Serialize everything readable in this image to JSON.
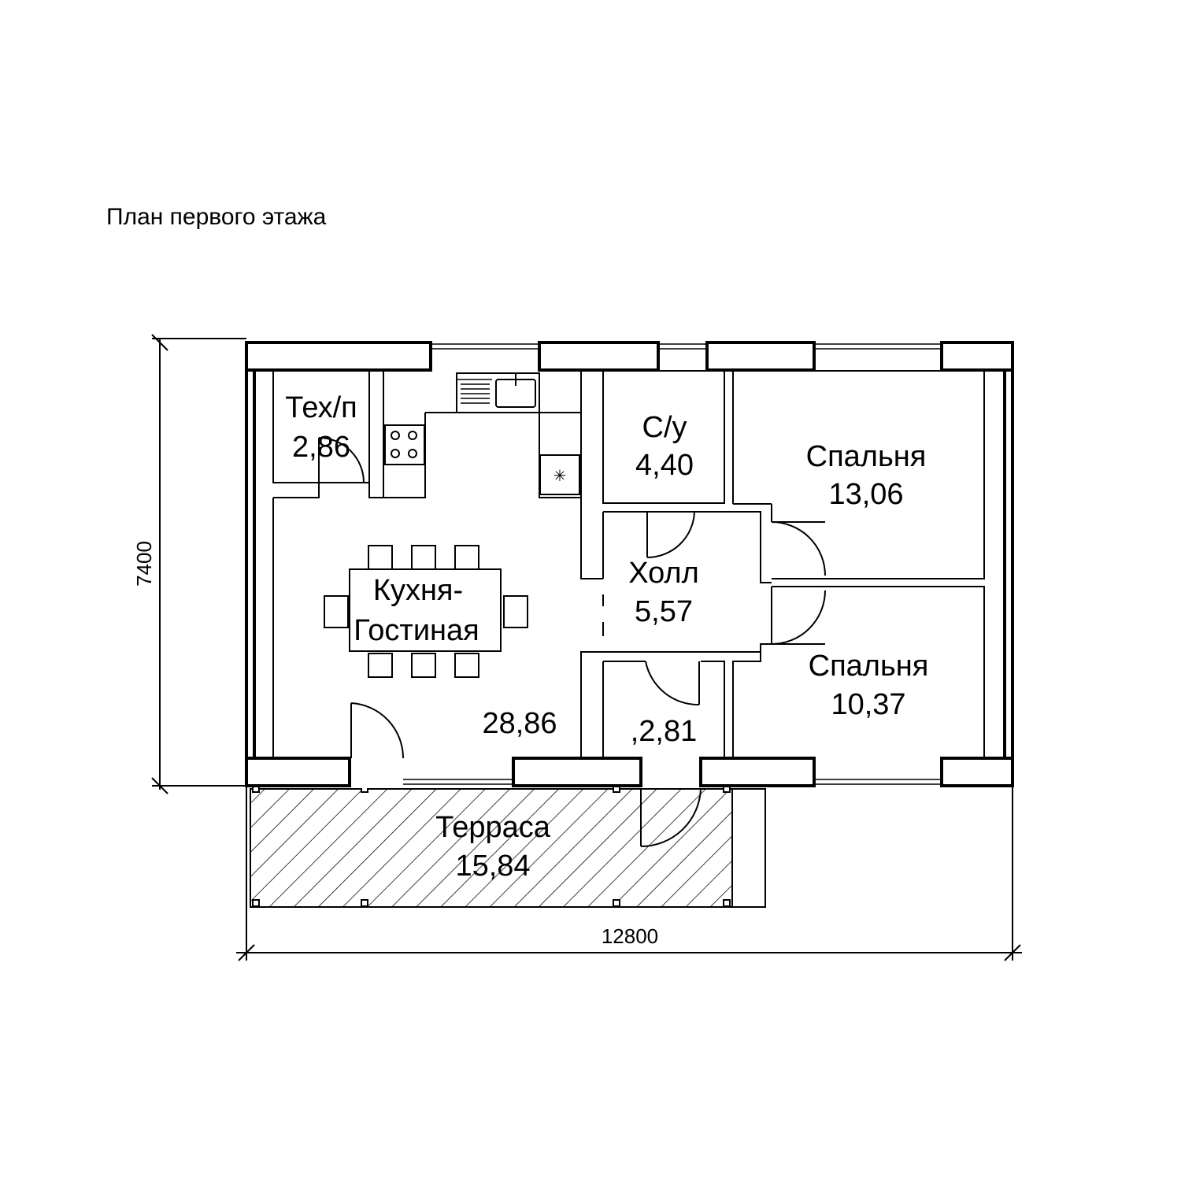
{
  "title": "План первого этажа",
  "rooms": {
    "tech": {
      "name": "Тех/п",
      "area": "2,86"
    },
    "wc": {
      "name": "С/у",
      "area": "4,40"
    },
    "bedroom1": {
      "name": "Спальня",
      "area": "13,06"
    },
    "hall": {
      "name": "Холл",
      "area": "5,57"
    },
    "kitchen": {
      "name_line1": "Кухня-",
      "name_line2": "Гостиная",
      "area": "28,86"
    },
    "small_room": {
      "area": ",2,81"
    },
    "bedroom2": {
      "name": "Спальня",
      "area": "10,37"
    },
    "terrace": {
      "name": "Терраса",
      "area": "15,84"
    }
  },
  "dimensions": {
    "height": "7400",
    "width": "12800"
  }
}
